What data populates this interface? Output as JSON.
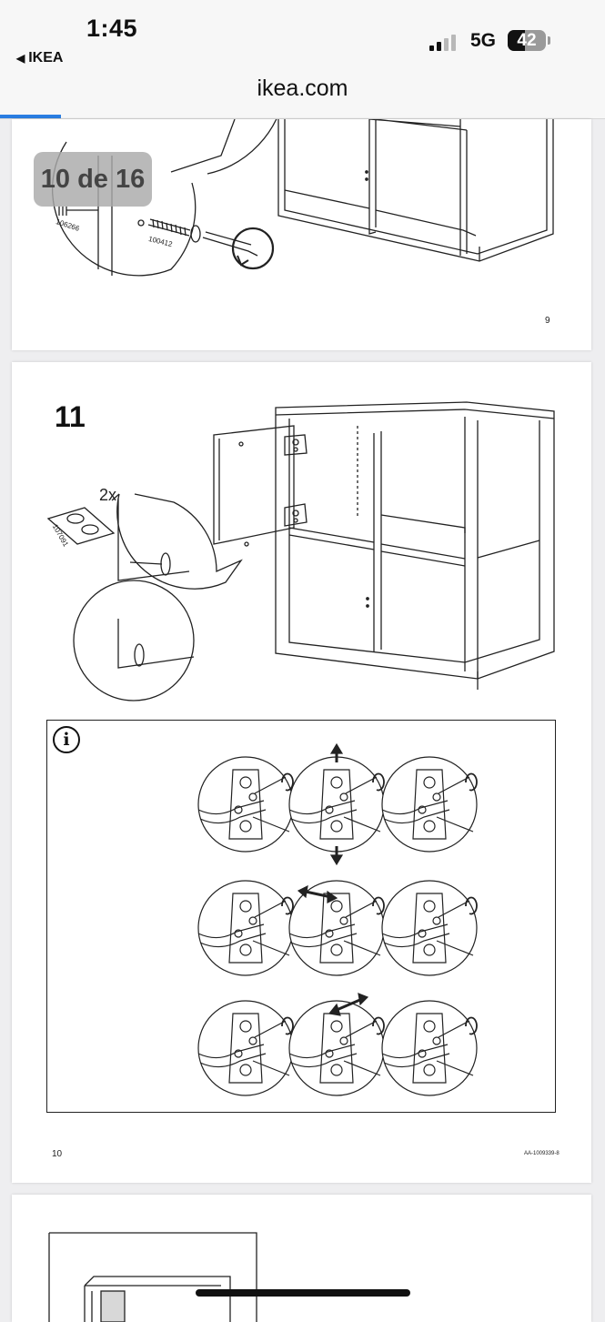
{
  "status_bar": {
    "time": "1:45",
    "back_app": "IKEA",
    "network": "5G",
    "battery_percent": "42"
  },
  "address_bar": {
    "url": "ikea.com",
    "load_progress": 0.1
  },
  "page_indicator": "10 de 16",
  "page9": {
    "page_number": "9",
    "part_codes": [
      "106266",
      "100412"
    ]
  },
  "page10": {
    "step_number": "11",
    "quantity": "2x",
    "part_code": "107091",
    "page_number": "10",
    "doc_code": "AA-1009339-8",
    "info_icon": "info-icon"
  },
  "colors": {
    "progress": "#2a7de1",
    "badge_bg": "#aaaaaa"
  }
}
